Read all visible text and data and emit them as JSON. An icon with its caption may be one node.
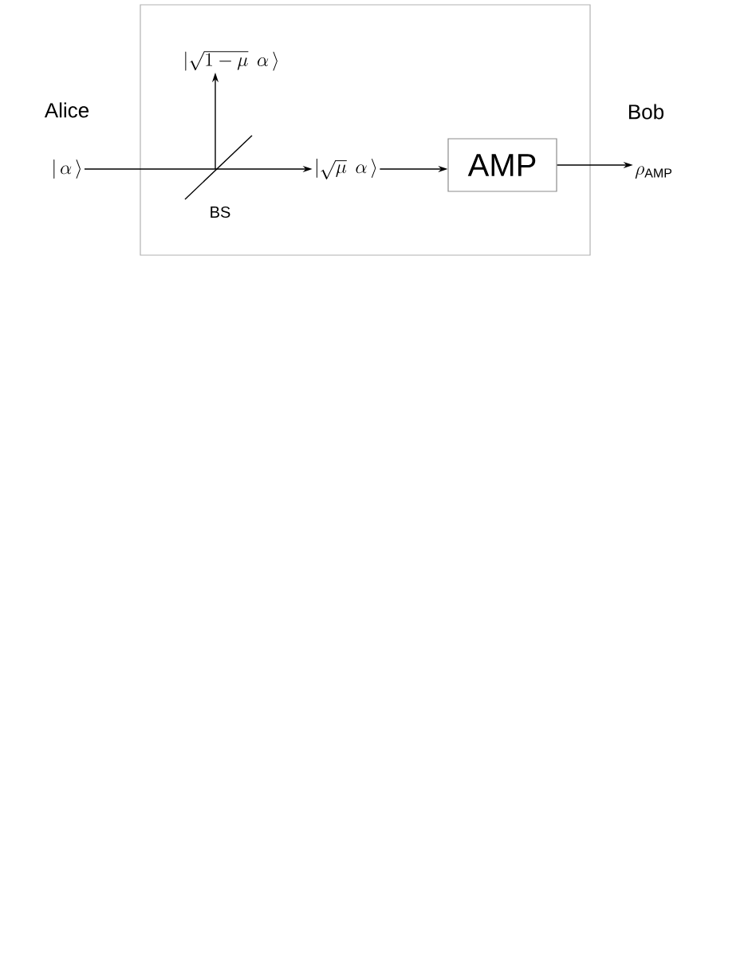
{
  "diagram": {
    "nodes": [
      {
        "text": [],
        "shape": "box"
      },
      {
        "text": [
          "|\\,\\alpha\\,\\rangle"
        ],
        "beside": [
          "Alice"
        ]
      },
      {
        "text": [],
        "shape": "line",
        "beside": [
          "BS"
        ],
        "in": 0
      },
      {
        "text": [
          "|\\sqrt{1-\\mu}\\;\\,\\alpha\\,\\rangle"
        ],
        "in": 0
      },
      {
        "text": [
          "|\\sqrt{\\mu}\\;\\,\\alpha\\,\\rangle"
        ],
        "in": 0
      },
      {
        "text": [
          "AMP"
        ],
        "in": 0
      },
      {
        "text": [
          "\\rho_{\\mathrm{AMP}}"
        ],
        "beside": [
          "Bob"
        ]
      }
    ],
    "edges": [
      {
        "from": 1,
        "to": 2,
        "arrow": "none"
      },
      {
        "from": 2,
        "to": 4,
        "arrow": "to"
      },
      {
        "from": 2,
        "to": 3,
        "arrow": "to"
      },
      {
        "from": 4,
        "to": 5,
        "arrow": "to"
      },
      {
        "from": 5,
        "to": 6,
        "arrow": "to"
      }
    ]
  }
}
